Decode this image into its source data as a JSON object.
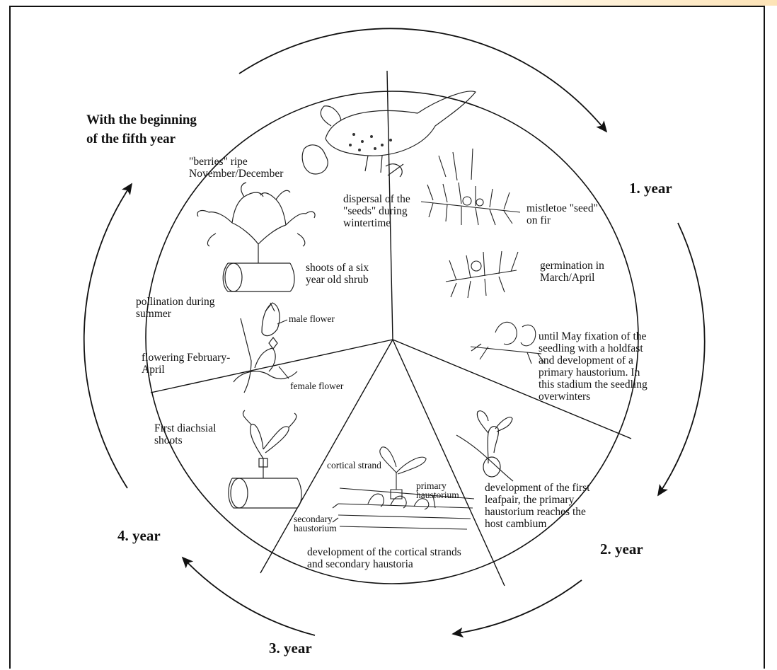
{
  "cycle": {
    "start_label": "With the beginning\nof the fifth year",
    "years": [
      "1. year",
      "2. year",
      "3. year",
      "4. year"
    ]
  },
  "stages": {
    "berries": "\"berries\" ripe\nNovember/December",
    "dispersal": "dispersal of the\n\"seeds\" during\nwintertime",
    "seed_on_fir": "mistletoe \"seed\"\non fir",
    "germination": "germination in\nMarch/April",
    "fixation": "until May fixation of the\nseedling with a holdfast\nand development of a\nprimary haustorium. In\nthis stadium the seedling\noverwinters",
    "first_leafpair": "development of the first\nleafpair, the primary\nhaustorium reaches the\nhost cambium",
    "cortical_dev": "development of the cortical strands\nand secondary haustoria",
    "diachasial": "First diachsial\nshoots",
    "flowering": "flowering February-\nApril",
    "pollination": "pollination during\nsummer",
    "six_year": "shoots of a six\nyear old shrub"
  },
  "annotations": {
    "male_flower": "male flower",
    "female_flower": "female flower",
    "cortical_strand": "cortical strand",
    "primary_haustorium": "primary\nhaustorium",
    "secondary_haustorium": "secondary\nhaustorium"
  }
}
